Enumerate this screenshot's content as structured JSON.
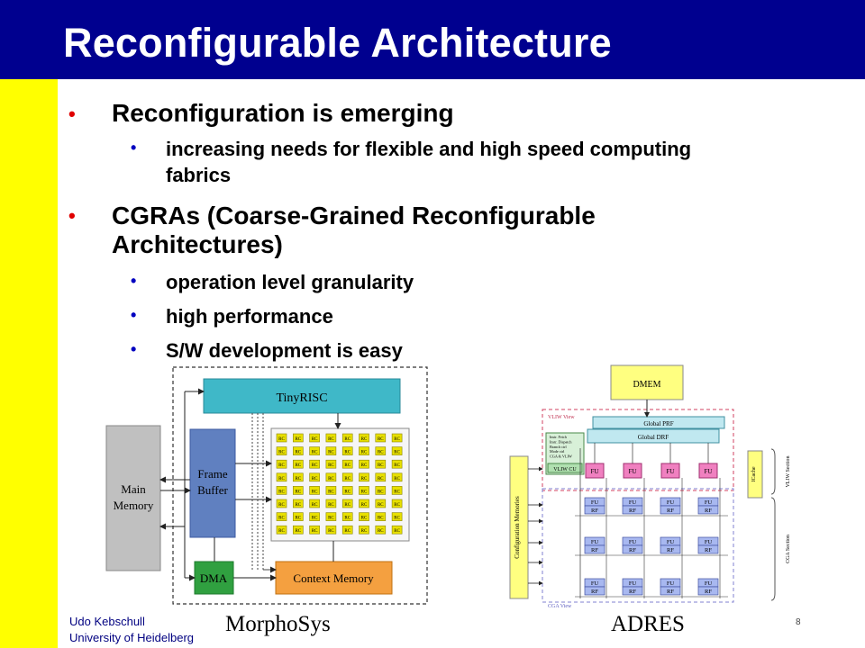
{
  "slide": {
    "title": "Reconfigurable Architecture",
    "bullets": [
      {
        "text": "Reconfiguration is emerging",
        "sub": [
          "increasing needs for flexible and high speed computing fabrics"
        ]
      },
      {
        "text_line1": "CGRAs (Coarse-Grained Reconfigurable",
        "text_line2": "Architectures)",
        "sub": [
          "operation level granularity",
          "high performance",
          "S/W development is easy"
        ]
      }
    ],
    "sub1_line1": "increasing needs for flexible and high speed computing",
    "sub1_line2": "fabrics"
  },
  "morphosys": {
    "caption": "MorphoSys",
    "tinyrisc": "TinyRISC",
    "frame_buffer_1": "Frame",
    "frame_buffer_2": "Buffer",
    "main_memory_1": "Main",
    "main_memory_2": "Memory",
    "dma": "DMA",
    "context_memory": "Context Memory",
    "rc_label": "RC"
  },
  "adres": {
    "caption": "ADRES",
    "dmem": "DMEM",
    "vliw_view": "VLIW View",
    "global_prf": "Global PRF",
    "global_drf": "Global DRF",
    "config_memories": "Configuration Memories",
    "icache": "ICache",
    "vliw_section": "VLIW Section",
    "cga_section": "CGA Section",
    "cga_view": "CGA View",
    "vliw_cu": "VLIW CU",
    "cu_lines": [
      "Instr. Fetch",
      "Instr. Dispatch",
      "Branch ctrl",
      "Mode ctrl",
      "CGA & VLIW"
    ],
    "fu": "FU",
    "rf": "RF"
  },
  "footer": {
    "author_line1": "Udo Kebschull",
    "author_line2": "University of Heidelberg",
    "page": "8"
  },
  "colors": {
    "title_bar": "#00008f",
    "side_bar": "#ffff00",
    "bullet_main": "#e00000",
    "bullet_sub": "#0000c0"
  }
}
